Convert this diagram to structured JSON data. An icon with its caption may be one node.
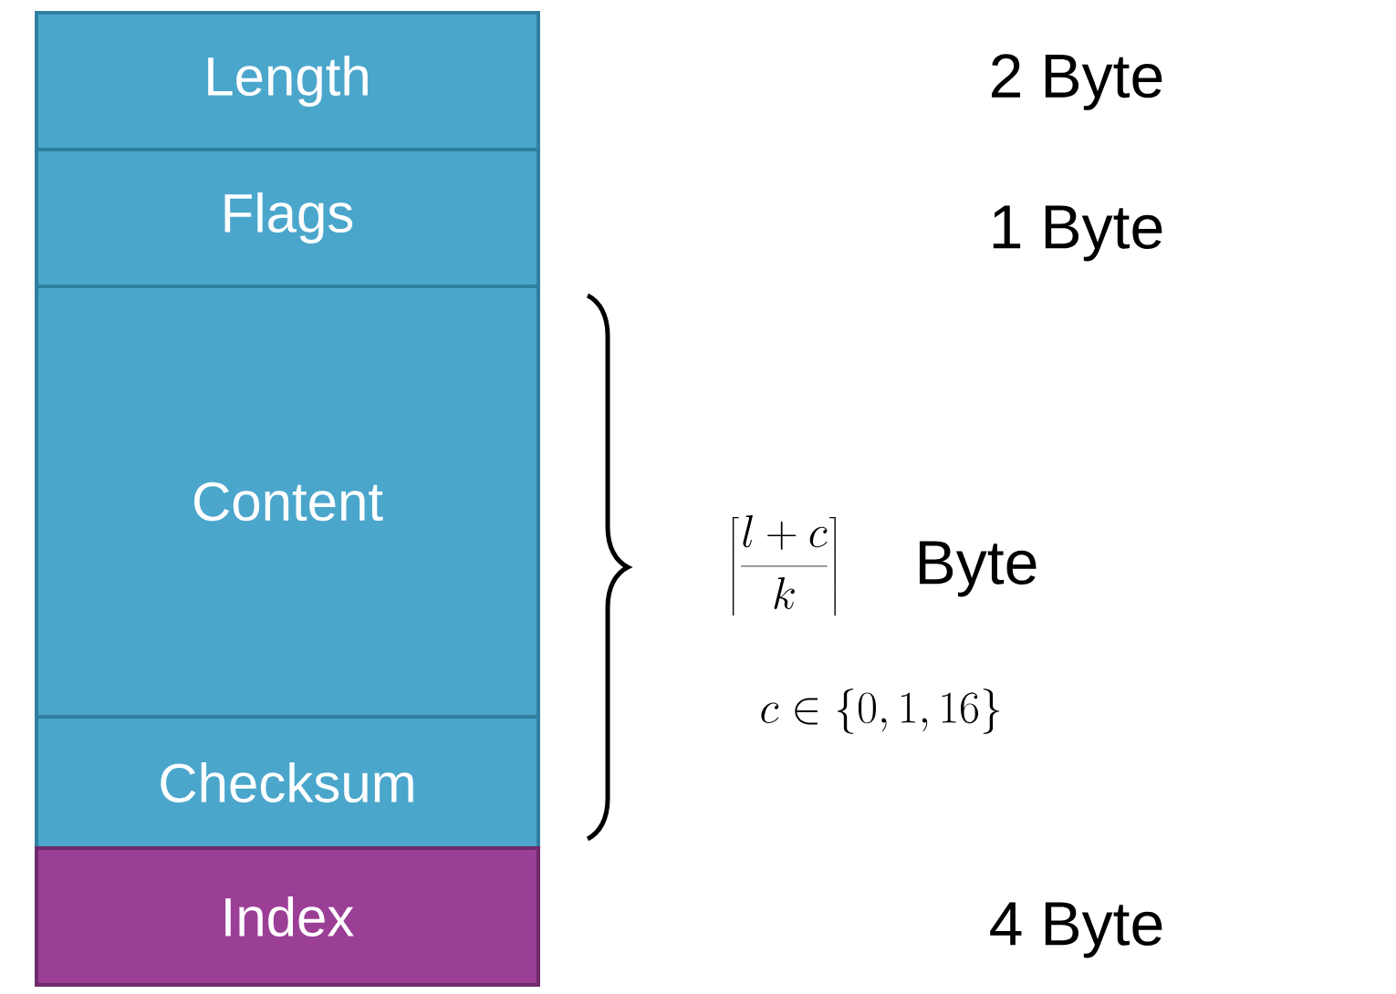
{
  "diagram": {
    "nodes": [
      {
        "text": [
          "Length"
        ]
      },
      {
        "text": [
          "Flags"
        ]
      },
      {
        "text": [
          "Content"
        ]
      },
      {
        "text": [
          "Checksum"
        ]
      },
      {
        "text": [
          "Index"
        ]
      }
    ],
    "labels": [
      "2 Byte",
      "1 Byte",
      "\\left\\lceil\\frac{l+c}{k}\\right\\rceil",
      "Byte",
      "c \\in \\{0,1,16\\}",
      "4 Byte"
    ]
  }
}
